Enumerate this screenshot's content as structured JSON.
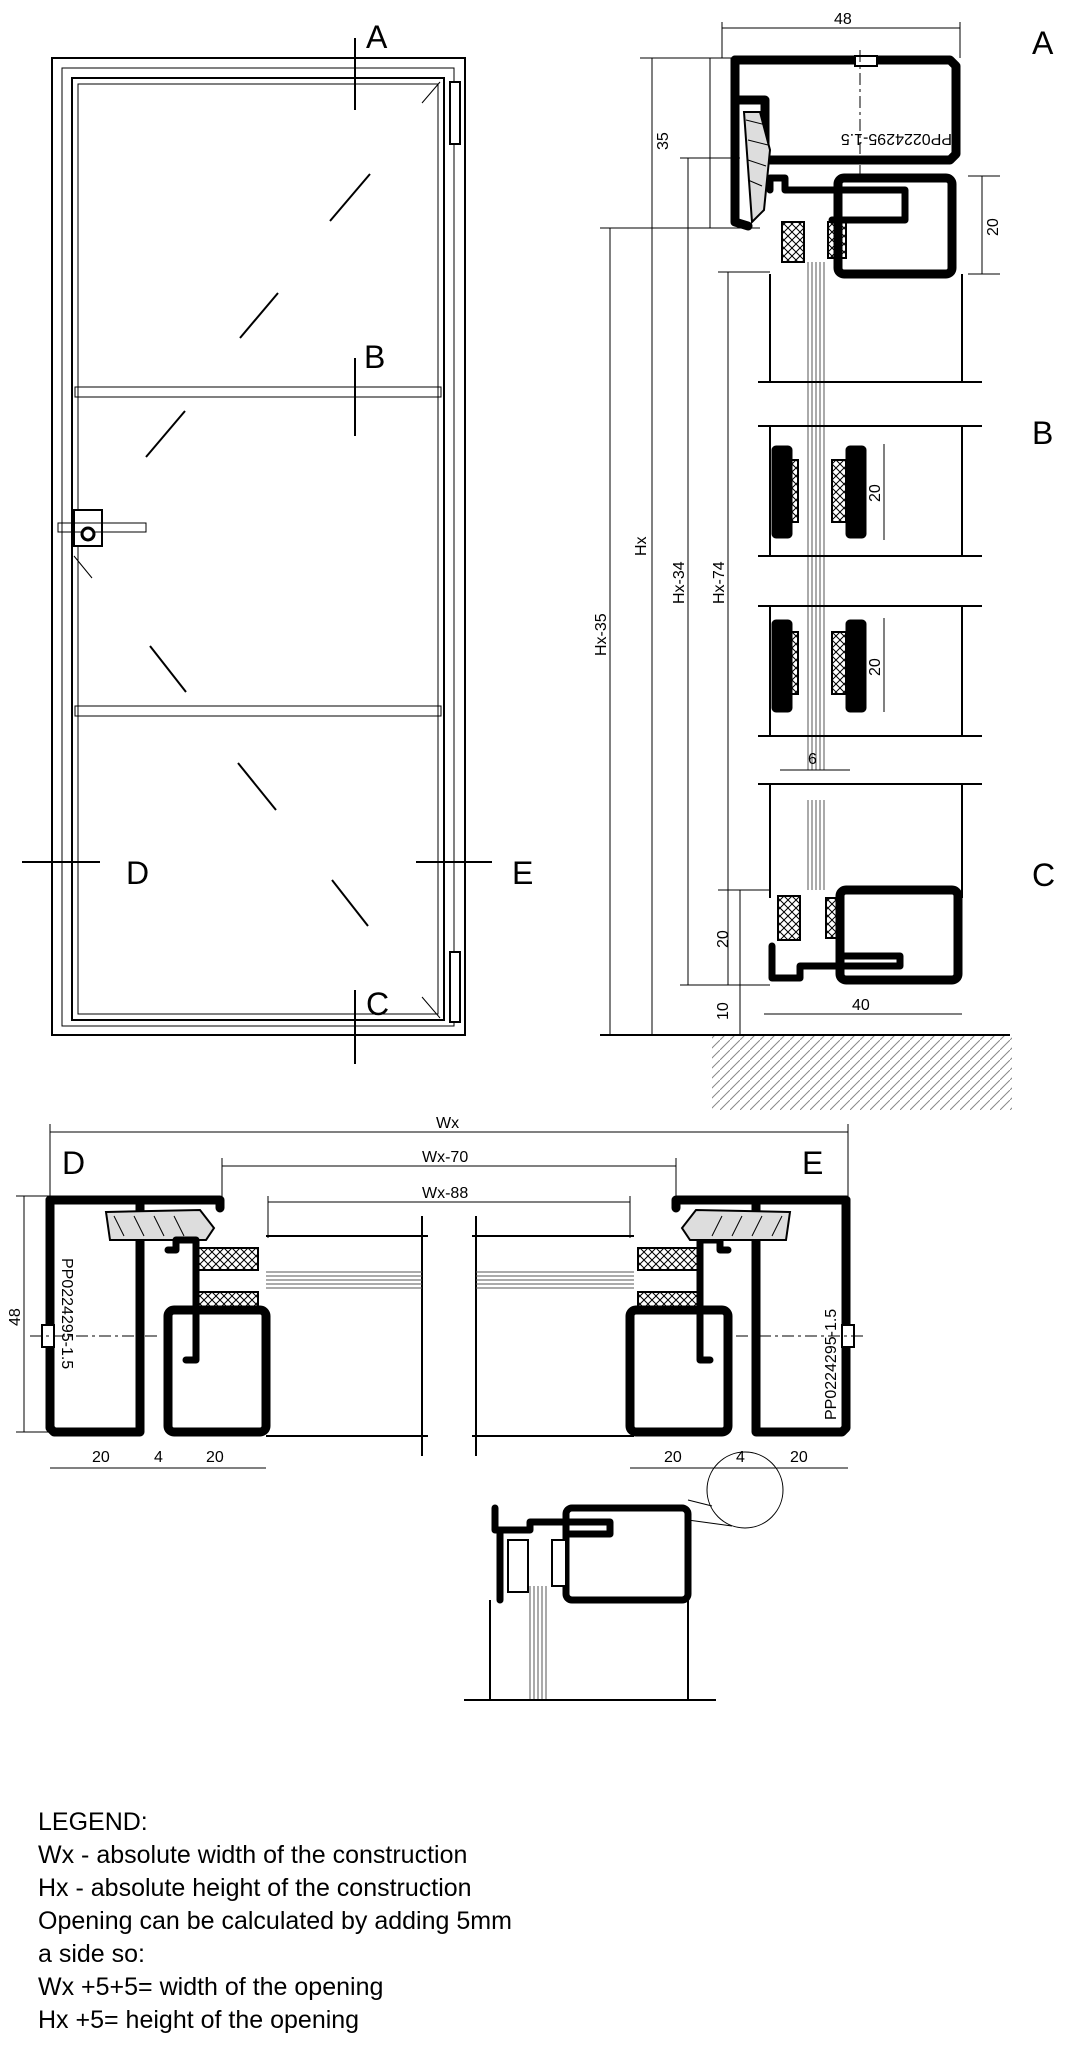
{
  "section_labels": {
    "a_door": "A",
    "b_door": "B",
    "c_door": "C",
    "d_door": "D",
    "e_door": "E",
    "a_vert": "A",
    "b_vert": "B",
    "c_vert": "C",
    "d_horiz": "D",
    "e_horiz": "E"
  },
  "vertical_dims": {
    "top_width": "48",
    "top_height": "35",
    "top_glass_inset": "20",
    "hx": "Hx",
    "hx_35": "Hx-35",
    "hx_34": "Hx-34",
    "hx_74": "Hx-74",
    "b_gasket_upper": "20",
    "b_gasket_lower": "20",
    "glass_thickness": "6",
    "bottom_gasket": "20",
    "bottom_gap": "10",
    "bottom_width": "40"
  },
  "horizontal_dims": {
    "wx": "Wx",
    "wx_70": "Wx-70",
    "wx_88": "Wx-88",
    "height": "48",
    "left_a": "20",
    "left_b": "4",
    "left_c": "20",
    "right_a": "20",
    "right_b": "4",
    "right_c": "20"
  },
  "profile_codes": {
    "vertical": "PP0224295-1.5",
    "left": "PP0224295-1.5",
    "right": "PP0224295-1.5"
  },
  "legend": {
    "title": "LEGEND:",
    "line1": "Wx - absolute width of the construction",
    "line2": "Hx  - absolute height of the construction",
    "line3": "Opening can be calculated by adding 5mm",
    "line4": "a side so:",
    "line5": "Wx +5+5= width of the opening",
    "line6": "Hx +5= height of the opening"
  }
}
